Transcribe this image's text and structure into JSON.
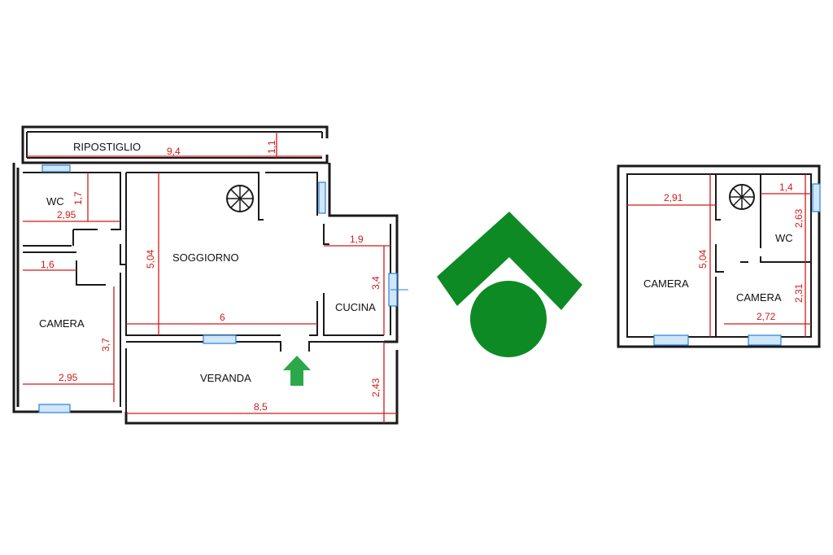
{
  "rooms": {
    "ripostiglio": "RIPOSTIGLIO",
    "wc1": "WC",
    "soggiorno": "SOGGIORNO",
    "cucina": "CUCINA",
    "camera1": "CAMERA",
    "veranda": "VERANDA",
    "camera2": "CAMERA",
    "wc2": "WC",
    "camera3": "CAMERA"
  },
  "dimensions": {
    "rip_len": "9,4",
    "rip_w": "1,1",
    "wc1_h": "1,7",
    "wc1_w": "2,95",
    "sog_h": "5,04",
    "sog_w": "6",
    "cuc_w": "1,9",
    "cuc_h": "3,4",
    "cam1_top": "1,6",
    "cam1_h": "3,7",
    "cam1_w": "2,95",
    "ver_h": "2,43",
    "ver_w": "8,5",
    "cam2_w": "2,91",
    "cam2_h": "5,04",
    "wc2_w": "1,4",
    "wc2_h": "2,63",
    "cam3_h": "2,31",
    "cam3_w": "2,72"
  },
  "colors": {
    "walls": "#1a1a1a",
    "dimensions": "#d11a1a",
    "windows": "#2b7fd6",
    "logo": "#0d8a24",
    "entrance_arrow": "#2aa84a"
  },
  "icons": {
    "stair": "spiral-stair-icon",
    "entrance": "entrance-arrow-icon",
    "logo": "agency-logo"
  }
}
